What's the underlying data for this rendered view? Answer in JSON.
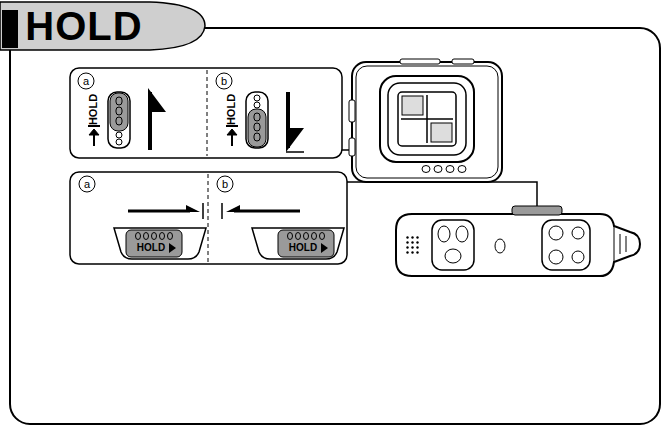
{
  "diagram": {
    "title": "HOLD",
    "labels": [
      "a",
      "b",
      "HOLD",
      "HOLD",
      "a",
      "b",
      "HOLD",
      "HOLD"
    ]
  }
}
